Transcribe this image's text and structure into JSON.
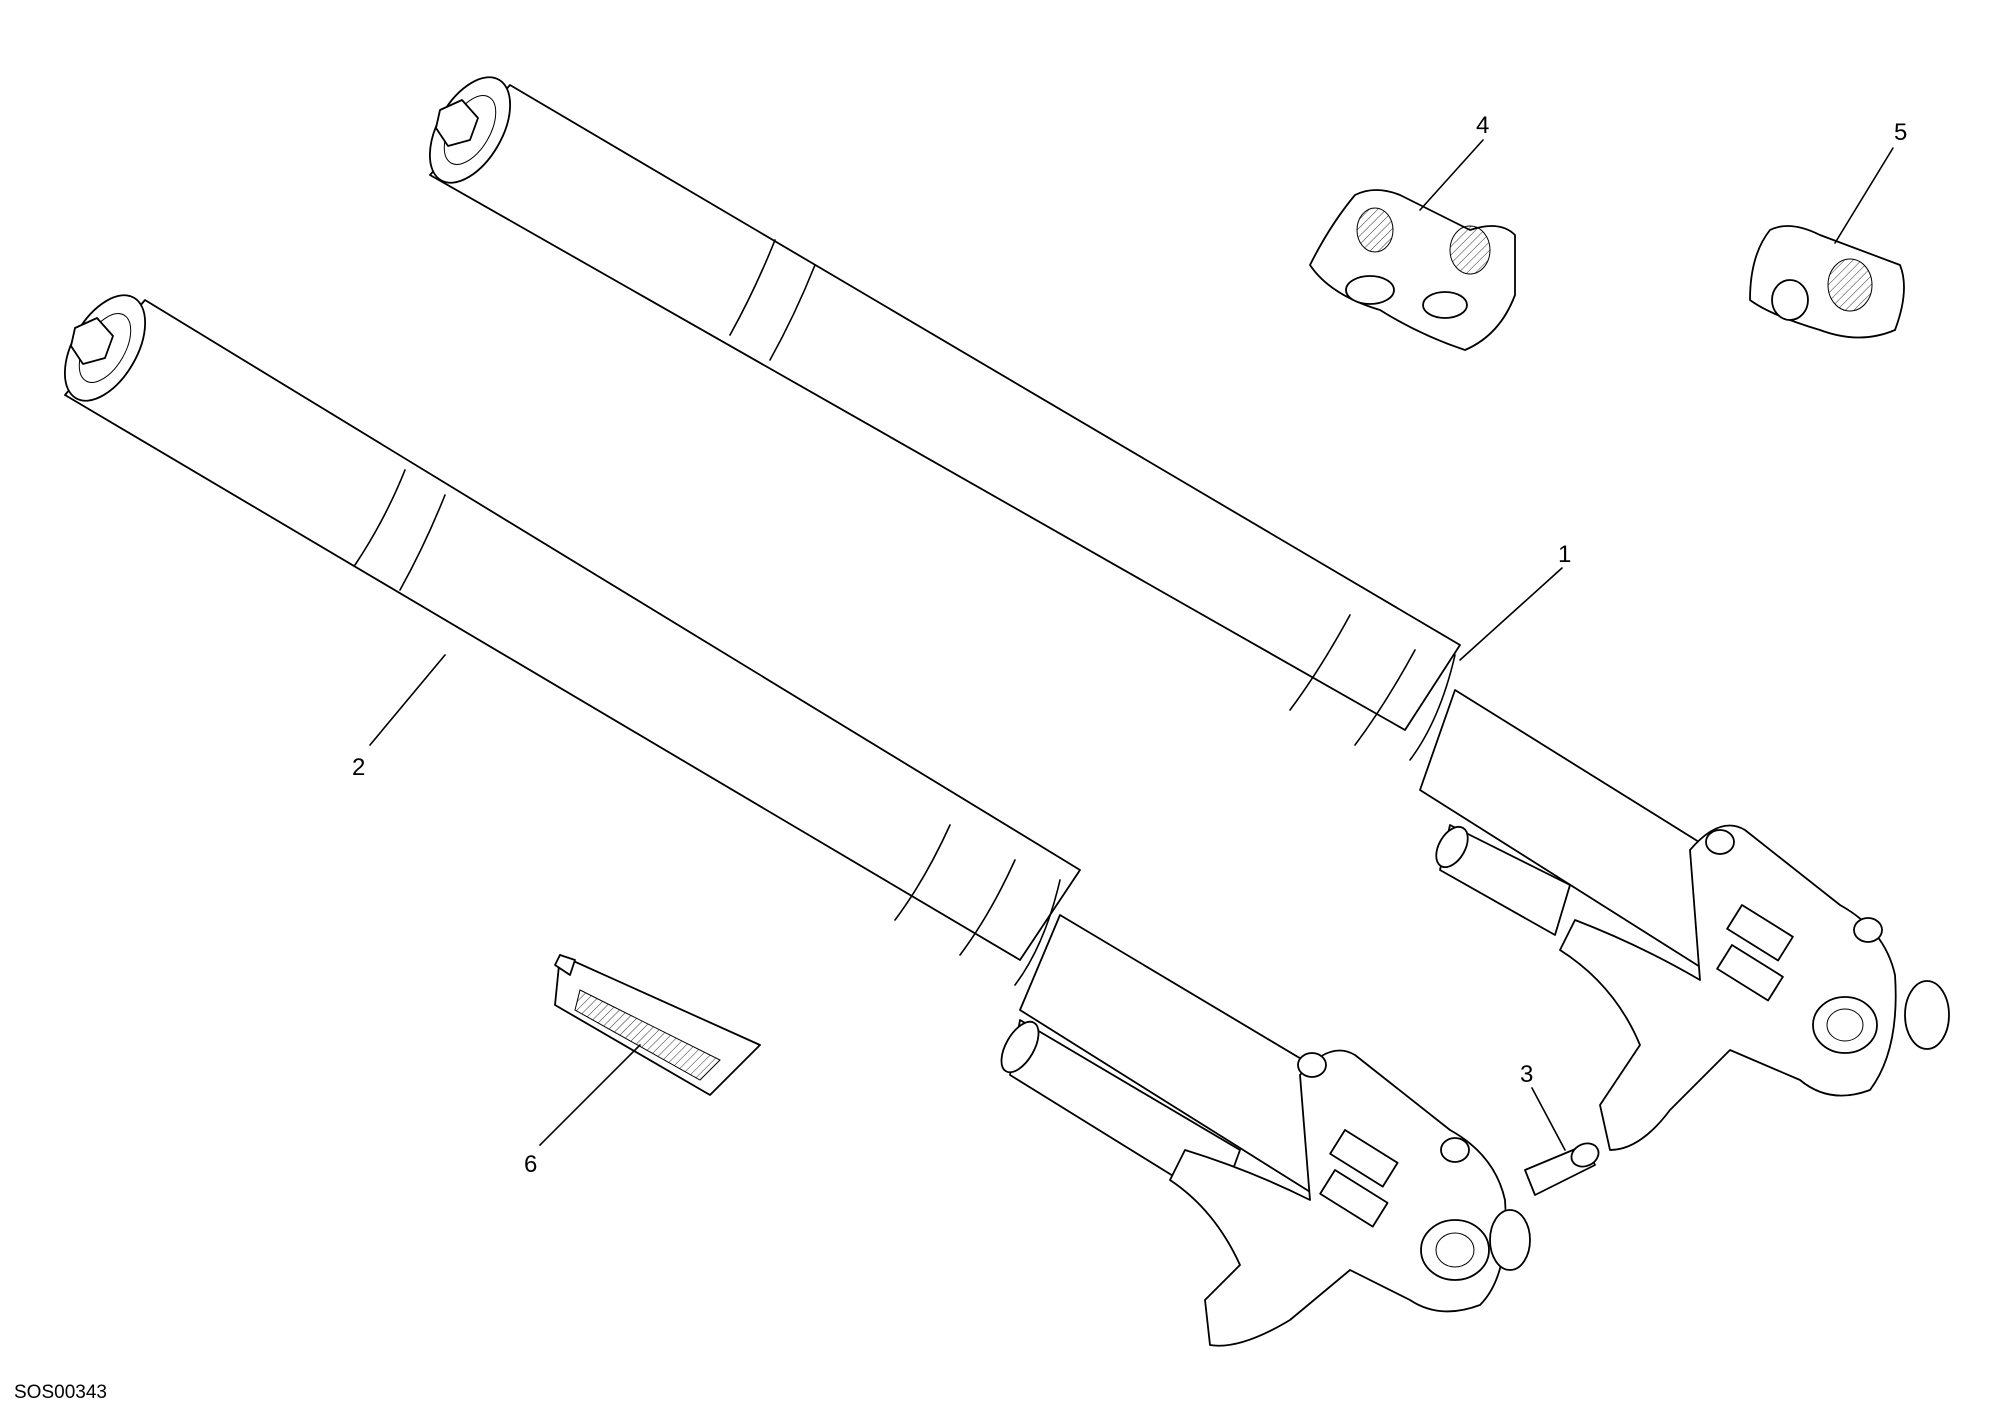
{
  "callouts": [
    {
      "number": "1",
      "part": "right-fork-leg"
    },
    {
      "number": "2",
      "part": "left-fork-leg"
    },
    {
      "number": "3",
      "part": "bolt"
    },
    {
      "number": "4",
      "part": "seal-kit-large"
    },
    {
      "number": "5",
      "part": "seal-kit-small"
    },
    {
      "number": "6",
      "part": "decal-sticker"
    }
  ],
  "drawing_code": "SOS00343",
  "colors": {
    "line": "#000000",
    "background": "#ffffff"
  }
}
